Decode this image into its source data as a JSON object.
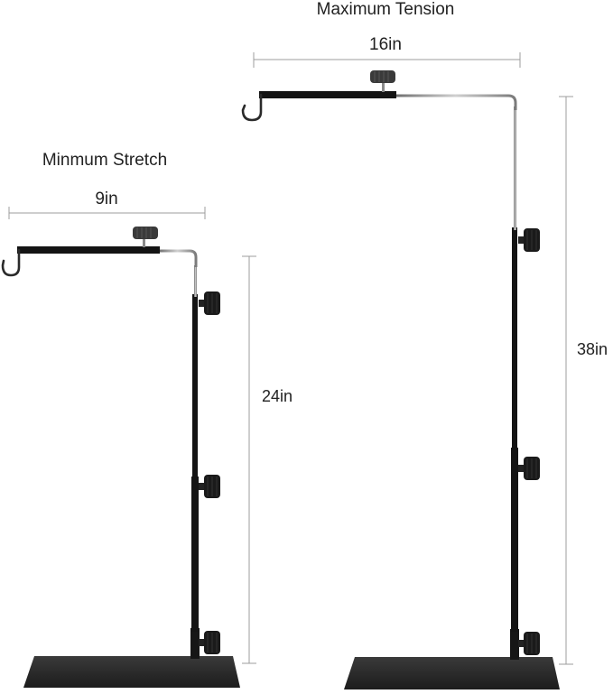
{
  "min_stand": {
    "title": "Minmum Stretch",
    "width_label": "9in",
    "height_label": "24in"
  },
  "max_stand": {
    "title": "Maximum Tension",
    "width_label": "16in",
    "height_label": "38in"
  },
  "colors": {
    "metal": "#141414",
    "pole_silver": "#9a9a9a",
    "base": "#2b2b2b",
    "dim_line": "#9c9c9c",
    "text": "#222222"
  }
}
